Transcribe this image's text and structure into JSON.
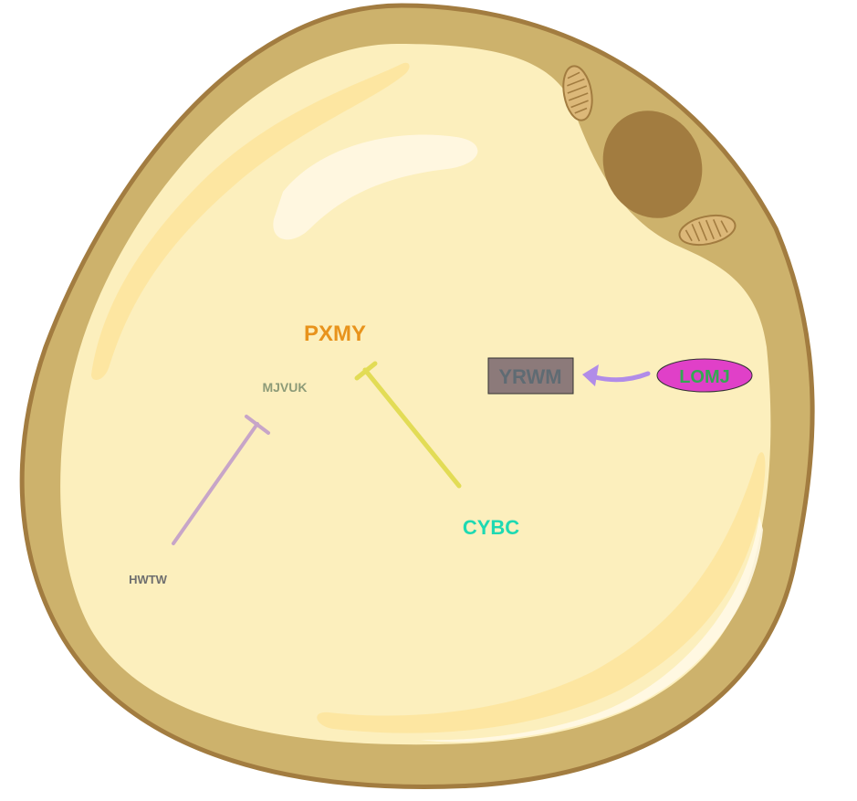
{
  "colors": {
    "cell_wall": "#cdb26c",
    "cell_outline": "#a27c40",
    "cytoplasm": "#fcefbd",
    "highlight": "#fde6a1",
    "nucleus": "#a27c40",
    "mitochondrion": "#dcb879",
    "mitochondrion_detail": "#a27c40"
  },
  "labels": {
    "pxmy": {
      "text": "PXMY",
      "color": "#e8931c"
    },
    "mjvuk": {
      "text": "MJVUK",
      "color": "#8d9b78"
    },
    "hwtw": {
      "text": "HWTW",
      "color": "#6e6e6e"
    },
    "cybc": {
      "text": "CYBC",
      "color": "#1fd9b2"
    },
    "yrwm": {
      "text": "YRWM",
      "color": "#5f6b73",
      "box_fill": "#8c7a7a"
    },
    "lomj": {
      "text": "LOMJ",
      "color": "#33a852",
      "ellipse_fill": "#e040c8"
    }
  },
  "edges": [
    {
      "from": "CYBC",
      "to": "PXMY",
      "type": "inhibition",
      "color": "#e2dc56"
    },
    {
      "from": "HWTW",
      "to": "MJVUK",
      "type": "inhibition",
      "color": "#c7a5c8"
    },
    {
      "from": "LOMJ",
      "to": "YRWM",
      "type": "activation",
      "color": "#b18ce8"
    }
  ]
}
